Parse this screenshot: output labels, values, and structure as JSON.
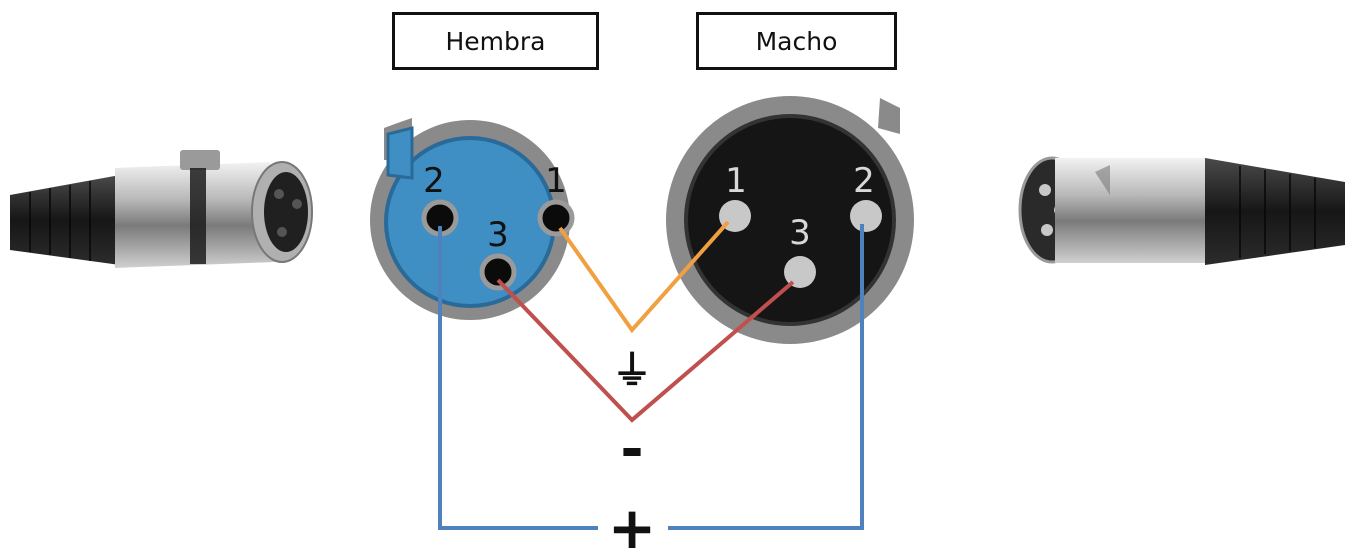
{
  "female": {
    "label": "Hembra",
    "pins": [
      "2",
      "1",
      "3"
    ]
  },
  "male": {
    "label": "Macho",
    "pins": [
      "1",
      "2",
      "3"
    ]
  },
  "signals": {
    "ground": "⏚",
    "minus": "-",
    "plus": "+"
  },
  "colors": {
    "female_face": "#3f8fc4",
    "male_face": "#151515",
    "shell": "#8c8c8c",
    "wire_ground": "#f0a040",
    "wire_minus": "#c0504d",
    "wire_plus": "#4f81bd"
  }
}
